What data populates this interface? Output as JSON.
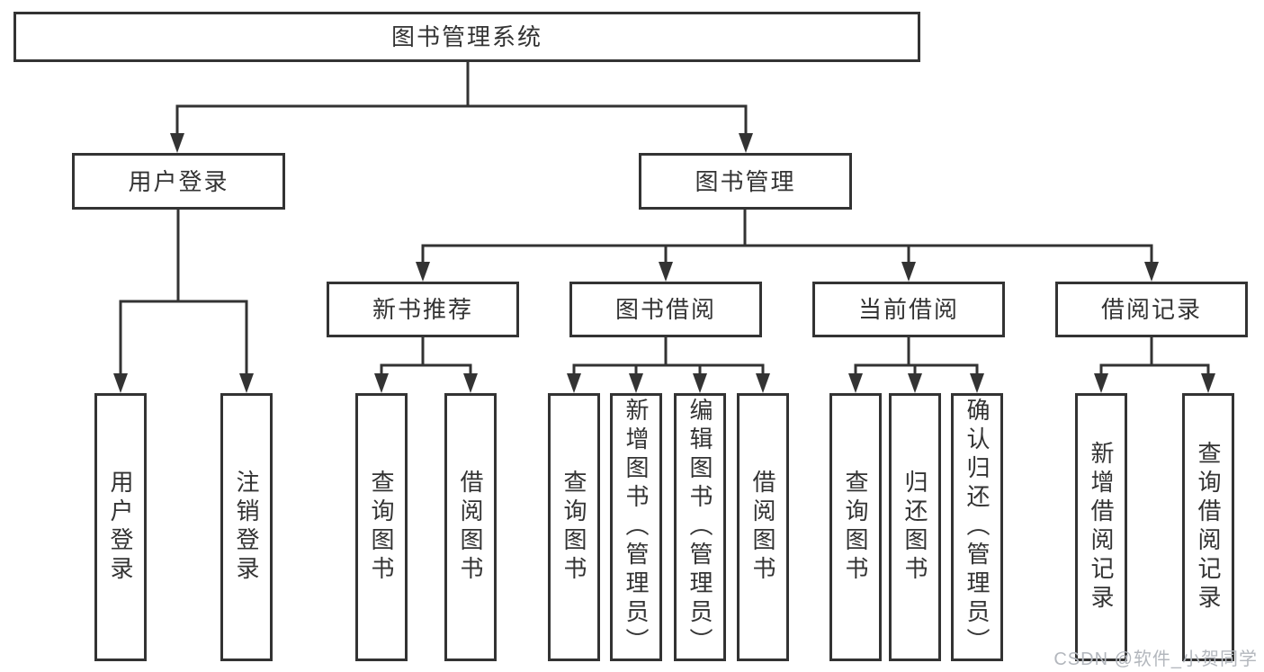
{
  "tree": {
    "root": {
      "label": "图书管理系统"
    },
    "branches": [
      {
        "label": "用户登录",
        "children": [
          {
            "label": "用户登录"
          },
          {
            "label": "注销登录"
          }
        ]
      },
      {
        "label": "图书管理",
        "sections": [
          {
            "label": "新书推荐",
            "children": [
              {
                "label": "查询图书"
              },
              {
                "label": "借阅图书"
              }
            ]
          },
          {
            "label": "图书借阅",
            "children": [
              {
                "label": "查询图书"
              },
              {
                "label": "新增图书（管理员）"
              },
              {
                "label": "编辑图书（管理员）"
              },
              {
                "label": "借阅图书"
              }
            ]
          },
          {
            "label": "当前借阅",
            "children": [
              {
                "label": "查询图书"
              },
              {
                "label": "归还图书"
              },
              {
                "label": "确认归还（管理员）"
              }
            ]
          },
          {
            "label": "借阅记录",
            "children": [
              {
                "label": "新增借阅记录"
              },
              {
                "label": "查询借阅记录"
              }
            ]
          }
        ]
      }
    ]
  },
  "watermark": {
    "text": "CSDN @软件_小贺同学"
  },
  "colors": {
    "line": "#333333",
    "text": "#333333",
    "background": "#ffffff",
    "watermark": "#b3b7bd"
  }
}
